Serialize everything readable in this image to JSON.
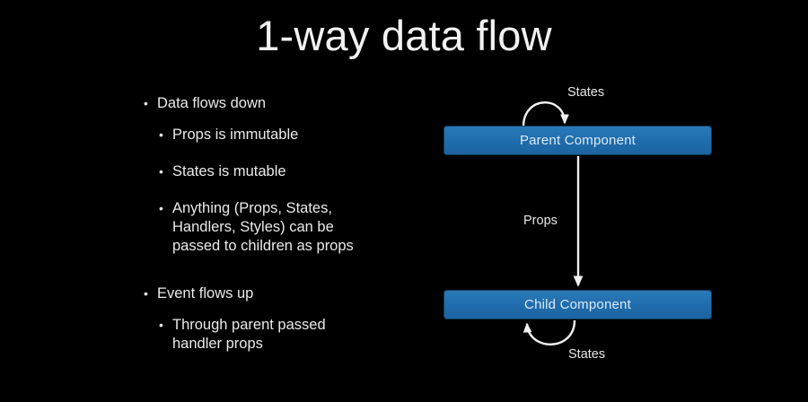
{
  "slide": {
    "title": "1-way data flow",
    "background_color": "#000000",
    "text_color": "#eaeaea"
  },
  "bullets": [
    {
      "level": 1,
      "text": "Data flows down"
    },
    {
      "level": 2,
      "text": "Props is immutable"
    },
    {
      "level": 2,
      "text": "States is mutable"
    },
    {
      "level": 2,
      "text": "Anything (Props, States,\nHandlers, Styles) can be\npassed to children as props"
    },
    {
      "level": 1,
      "text": "Event flows up"
    },
    {
      "level": 2,
      "text": "Through parent passed\nhandler props"
    }
  ],
  "bullet_marker": "•",
  "diagram": {
    "node_color": "#1f6eb4",
    "node_text_color": "#dceaf7",
    "arrow_color": "#f0f0f0",
    "nodes": [
      {
        "id": "parent",
        "label": "Parent Component"
      },
      {
        "id": "child",
        "label": "Child Component"
      }
    ],
    "edges": [
      {
        "id": "states-top",
        "label": "States",
        "kind": "self-loop",
        "target": "parent"
      },
      {
        "id": "props",
        "label": "Props",
        "kind": "straight",
        "from": "parent",
        "to": "child"
      },
      {
        "id": "states-bottom",
        "label": "States",
        "kind": "self-loop",
        "target": "child"
      }
    ]
  }
}
